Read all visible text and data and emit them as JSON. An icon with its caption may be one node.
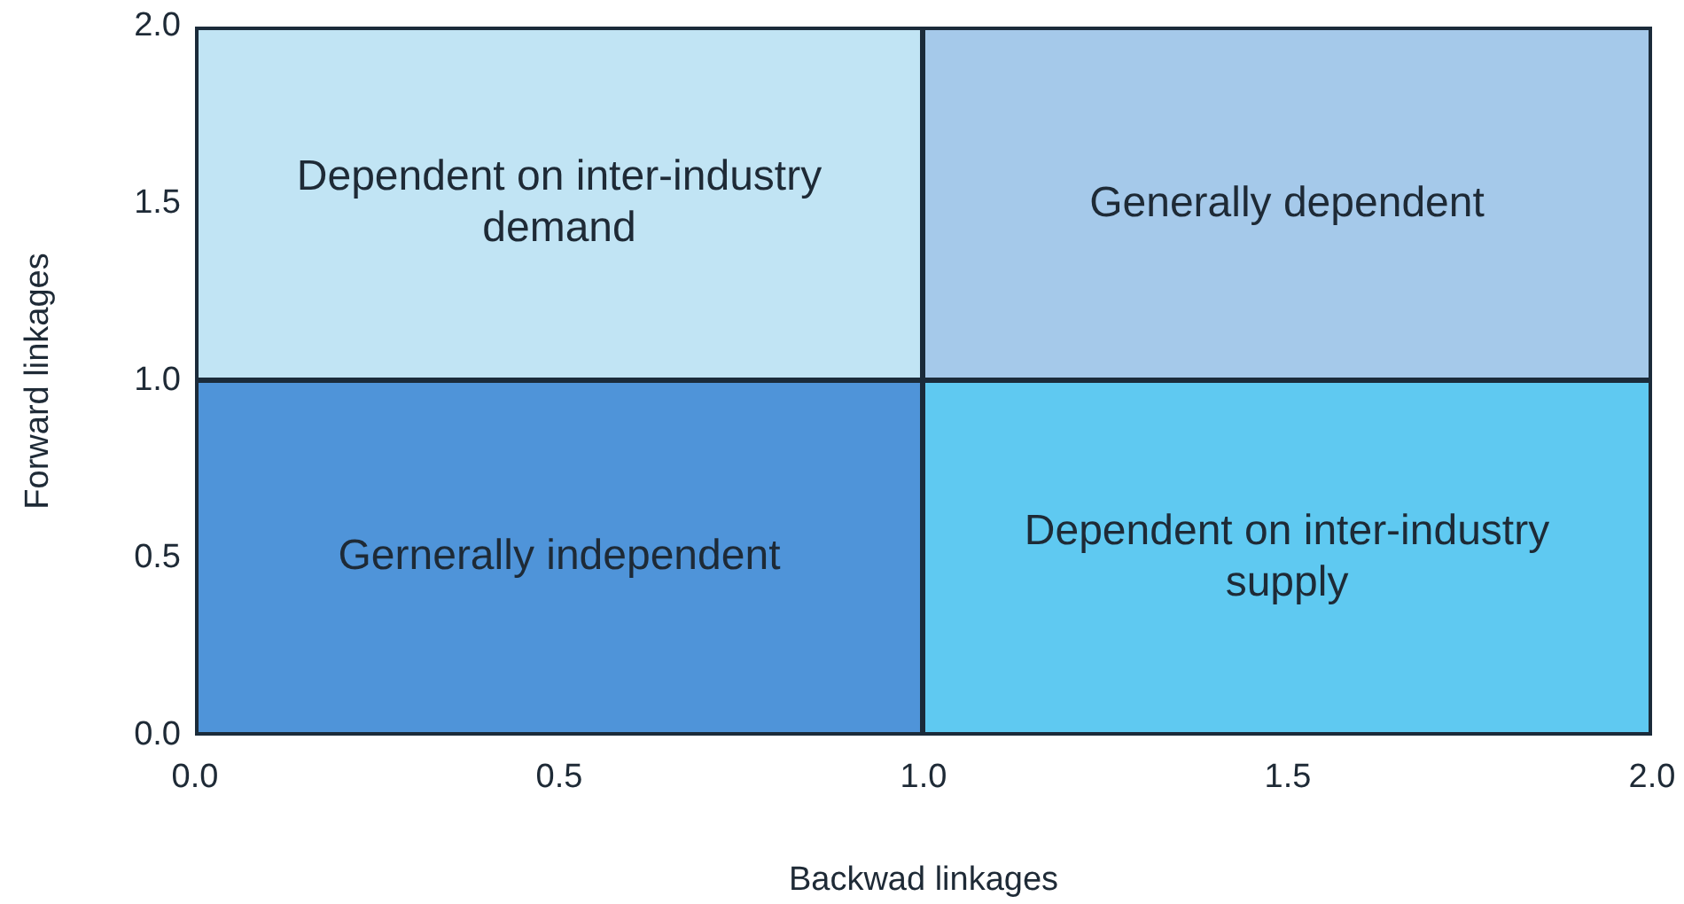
{
  "diagram": {
    "nodes": [
      {
        "text": [
          "Dependent on inter-industry demand"
        ]
      },
      {
        "text": [
          "Generally dependent"
        ]
      },
      {
        "text": [
          "Gernerally independent"
        ]
      },
      {
        "text": [
          "Dependent on inter-industry supply"
        ]
      }
    ],
    "labels": [
      "2.0",
      "1.5",
      "1.0",
      "0.5",
      "0.0",
      "Forward linkages",
      "0.0",
      "0.5",
      "1.0",
      "1.5",
      "2.0",
      "Backwad linkages"
    ]
  }
}
